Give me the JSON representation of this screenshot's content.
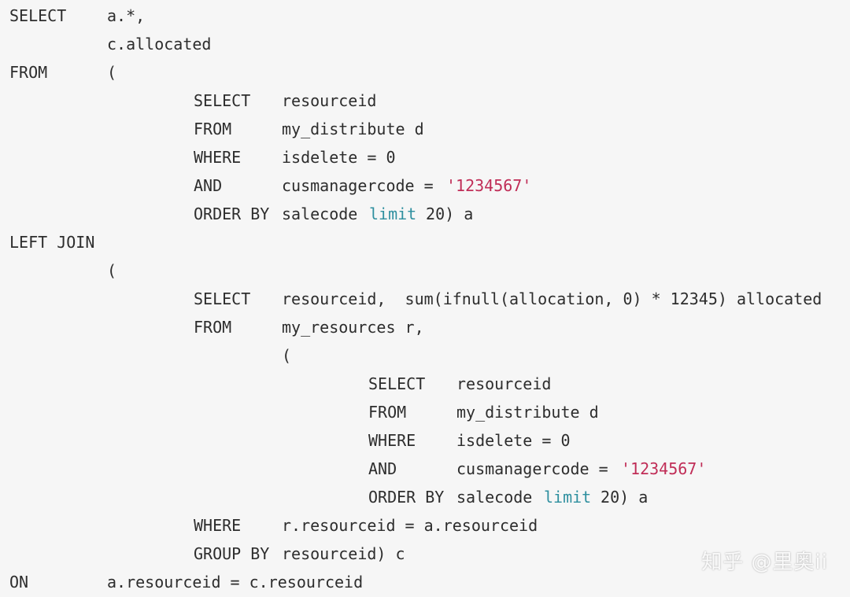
{
  "code_lines": [
    {
      "tokens": [
        "SELECT",
        "a.*,"
      ]
    },
    {
      "tokens": [
        "c.allocated"
      ]
    },
    {
      "tokens": [
        "FROM",
        "("
      ]
    },
    {
      "tokens": [
        "SELECT",
        "resourceid"
      ]
    },
    {
      "tokens": [
        "FROM",
        "my_distribute d"
      ]
    },
    {
      "tokens": [
        "WHERE",
        "isdelete = 0"
      ]
    },
    {
      "tokens": [
        "AND",
        "cusmanagercode = ",
        "'1234567'"
      ]
    },
    {
      "tokens": [
        "ORDER BY",
        "salecode ",
        "limit",
        " 20) a"
      ]
    },
    {
      "tokens": [
        "LEFT JOIN"
      ]
    },
    {
      "tokens": [
        "("
      ]
    },
    {
      "tokens": [
        "SELECT",
        "resourceid,  sum(ifnull(allocation, 0) * 12345) allocated"
      ]
    },
    {
      "tokens": [
        "FROM",
        "my_resources r,"
      ]
    },
    {
      "tokens": [
        "("
      ]
    },
    {
      "tokens": [
        "SELECT",
        "resourceid"
      ]
    },
    {
      "tokens": [
        "FROM",
        "my_distribute d"
      ]
    },
    {
      "tokens": [
        "WHERE",
        "isdelete = 0"
      ]
    },
    {
      "tokens": [
        "AND",
        "cusmanagercode = ",
        "'1234567'"
      ]
    },
    {
      "tokens": [
        "ORDER BY",
        "salecode ",
        "limit",
        " 20) a"
      ]
    },
    {
      "tokens": [
        "WHERE",
        "r.resourceid = a.resourceid"
      ]
    },
    {
      "tokens": [
        "GROUP BY",
        "resourceid) c"
      ]
    },
    {
      "tokens": [
        "ON",
        "a.resourceid = c.resourceid"
      ]
    }
  ],
  "watermark": "知乎 @里奥ii",
  "colors": {
    "background": "#f6f6f6",
    "text": "#2d2d2d",
    "string": "#c02d57",
    "keyword": "#2e8f9f"
  }
}
